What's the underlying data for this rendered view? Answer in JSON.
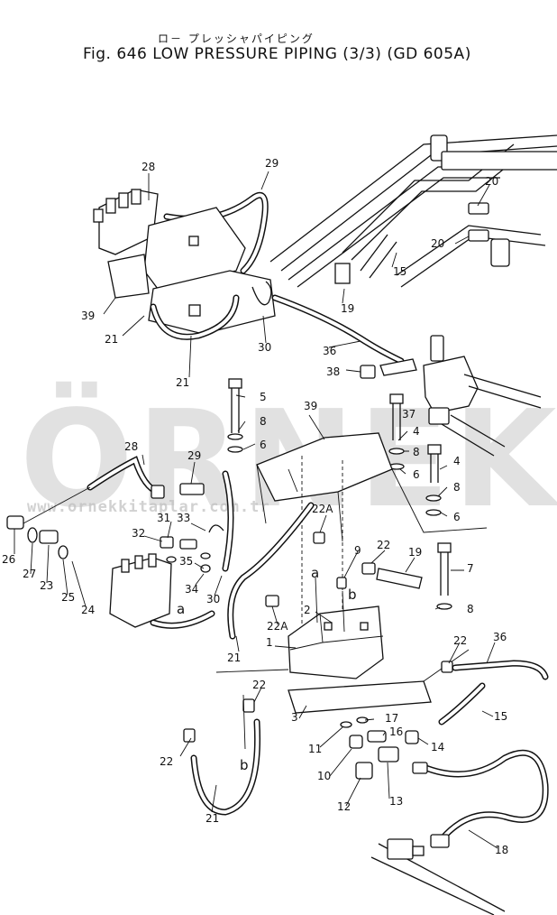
{
  "title": {
    "japanese": "ロ－ プレッシャパイピング",
    "main": "Fig. 646 LOW PRESSURE PIPING (3/3) (GD 605A)"
  },
  "watermark": {
    "big": "ÖRNEK",
    "small": "www.ornekkitaplar.com.tr"
  },
  "callouts": [
    {
      "id": "c28a",
      "text": "28"
    },
    {
      "id": "c29a",
      "text": "29"
    },
    {
      "id": "c20a",
      "text": "20"
    },
    {
      "id": "c20b",
      "text": "20"
    },
    {
      "id": "c15a",
      "text": "15"
    },
    {
      "id": "c19a",
      "text": "19"
    },
    {
      "id": "c39a",
      "text": "39"
    },
    {
      "id": "c21a",
      "text": "21"
    },
    {
      "id": "c21b",
      "text": "21"
    },
    {
      "id": "c30a",
      "text": "30"
    },
    {
      "id": "c36a",
      "text": "36"
    },
    {
      "id": "c38",
      "text": "38"
    },
    {
      "id": "c37",
      "text": "37"
    },
    {
      "id": "c5",
      "text": "5"
    },
    {
      "id": "c8a",
      "text": "8"
    },
    {
      "id": "c6a",
      "text": "6"
    },
    {
      "id": "c39b",
      "text": "39"
    },
    {
      "id": "c4a",
      "text": "4"
    },
    {
      "id": "c8b",
      "text": "8"
    },
    {
      "id": "c6b",
      "text": "6"
    },
    {
      "id": "c4b",
      "text": "4"
    },
    {
      "id": "c8c",
      "text": "8"
    },
    {
      "id": "c6c",
      "text": "6"
    },
    {
      "id": "c28b",
      "text": "28"
    },
    {
      "id": "c29b",
      "text": "29"
    },
    {
      "id": "c26",
      "text": "26"
    },
    {
      "id": "c27",
      "text": "27"
    },
    {
      "id": "c23",
      "text": "23"
    },
    {
      "id": "c25",
      "text": "25"
    },
    {
      "id": "c24",
      "text": "24"
    },
    {
      "id": "c32",
      "text": "32"
    },
    {
      "id": "c31",
      "text": "31"
    },
    {
      "id": "c33",
      "text": "33"
    },
    {
      "id": "c35",
      "text": "35"
    },
    {
      "id": "c34",
      "text": "34"
    },
    {
      "id": "c30b",
      "text": "30"
    },
    {
      "id": "c22Aa",
      "text": "22A"
    },
    {
      "id": "c22Ab",
      "text": "22A"
    },
    {
      "id": "c9",
      "text": "9"
    },
    {
      "id": "c22a",
      "text": "22"
    },
    {
      "id": "c19b",
      "text": "19"
    },
    {
      "id": "c7",
      "text": "7"
    },
    {
      "id": "c8d",
      "text": "8"
    },
    {
      "id": "c2",
      "text": "2"
    },
    {
      "id": "c1",
      "text": "1"
    },
    {
      "id": "c21c",
      "text": "21"
    },
    {
      "id": "c22b",
      "text": "22"
    },
    {
      "id": "c36b",
      "text": "36"
    },
    {
      "id": "c22c",
      "text": "22"
    },
    {
      "id": "c3",
      "text": "3"
    },
    {
      "id": "c17",
      "text": "17"
    },
    {
      "id": "c15b",
      "text": "15"
    },
    {
      "id": "c16",
      "text": "16"
    },
    {
      "id": "c14",
      "text": "14"
    },
    {
      "id": "c11",
      "text": "11"
    },
    {
      "id": "c22d",
      "text": "22"
    },
    {
      "id": "c10",
      "text": "10"
    },
    {
      "id": "c13",
      "text": "13"
    },
    {
      "id": "c12",
      "text": "12"
    },
    {
      "id": "c21d",
      "text": "21"
    },
    {
      "id": "c18",
      "text": "18"
    },
    {
      "id": "la1",
      "text": "a"
    },
    {
      "id": "la2",
      "text": "a"
    },
    {
      "id": "lb1",
      "text": "b"
    },
    {
      "id": "lb2",
      "text": "b"
    }
  ]
}
